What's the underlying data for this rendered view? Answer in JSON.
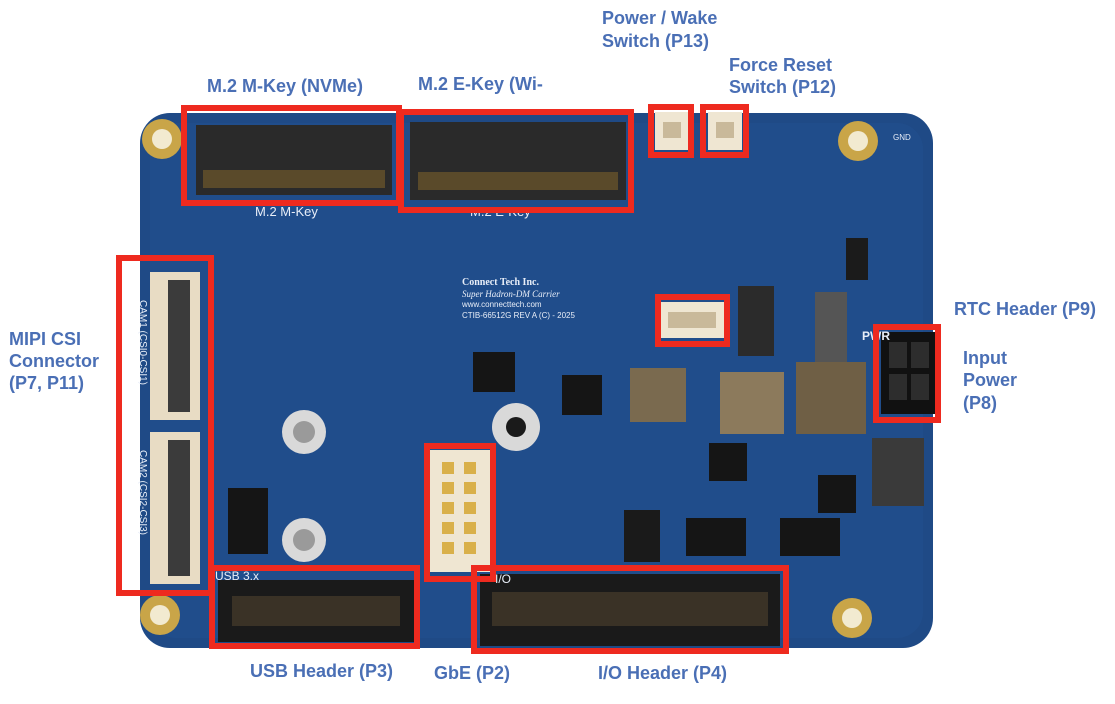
{
  "labels": {
    "m2_mkey": "M.2 M-Key (NVMe)",
    "m2_ekey": "M.2 E-Key (Wi-",
    "power_wake_l1": "Power / Wake",
    "power_wake_l2": "Switch (P13)",
    "force_reset_l1": "Force Reset",
    "force_reset_l2": "Switch (P12)",
    "rtc_header": "RTC Header (P9)",
    "input_power_l1": "Input",
    "input_power_l2": "Power",
    "input_power_l3": "(P8)",
    "mipi_l1": "MIPI CSI",
    "mipi_l2": "Connector",
    "mipi_l3": "(P7, P11)",
    "usb_header": "USB Header (P3)",
    "gbe": "GbE (P2)",
    "io_header": "I/O Header (P4)"
  },
  "board": {
    "manufacturer": "Connect Tech Inc.",
    "product": "Super Hadron-DM Carrier",
    "url": "www.connecttech.com",
    "part": "CTIB-66512G  REV A  (C) - 2025",
    "silk_m2m": "M.2 M-Key",
    "silk_m2e": "M.2 E-Key",
    "silk_cam1": "CAM1 (CSI0-CSI1)",
    "silk_cam2": "CAM2 (CSI2-CSI3)",
    "silk_usb": "USB 3.x",
    "silk_pwr": "PWR",
    "silk_io": "I/O",
    "silk_gnd": "GND"
  },
  "colors": {
    "pcb": "#1f4a86",
    "pcb_dark": "#183d70",
    "annotation": "#4a6fb5",
    "highlight": "#ee2a1f"
  }
}
